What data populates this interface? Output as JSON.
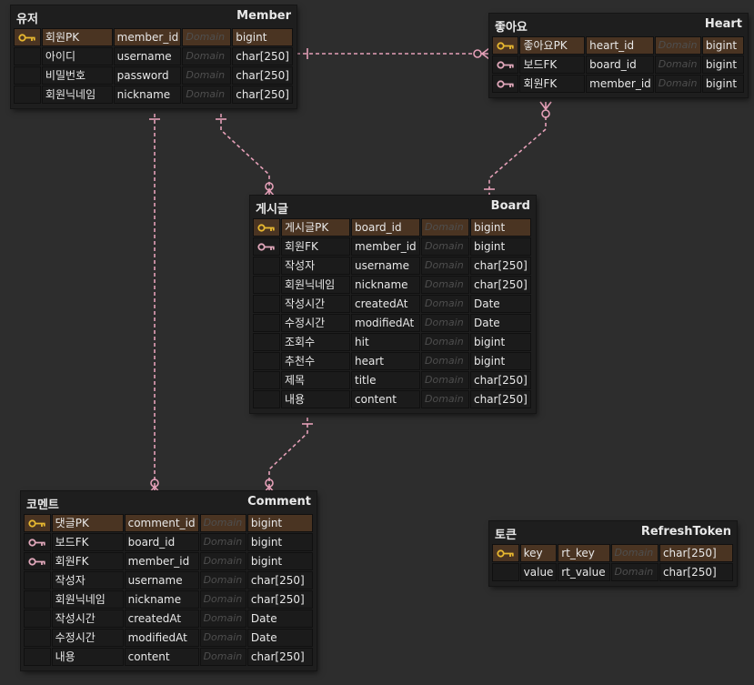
{
  "entities": {
    "member": {
      "title_ko": "유저",
      "title_en": "Member",
      "rows": [
        {
          "key": "pk",
          "name": "회원PK",
          "column": "member_id",
          "domain": "Domain",
          "type": "bigint"
        },
        {
          "key": "",
          "name": "아이디",
          "column": "username",
          "domain": "Domain",
          "type": "char[250]"
        },
        {
          "key": "",
          "name": "비밀번호",
          "column": "password",
          "domain": "Domain",
          "type": "char[250]"
        },
        {
          "key": "",
          "name": "회원닉네임",
          "column": "nickname",
          "domain": "Domain",
          "type": "char[250]"
        }
      ]
    },
    "heart": {
      "title_ko": "좋아요",
      "title_en": "Heart",
      "rows": [
        {
          "key": "pk",
          "name": "좋아요PK",
          "column": "heart_id",
          "domain": "Domain",
          "type": "bigint"
        },
        {
          "key": "fk",
          "name": "보드FK",
          "column": "board_id",
          "domain": "Domain",
          "type": "bigint"
        },
        {
          "key": "fk",
          "name": "회원FK",
          "column": "member_id",
          "domain": "Domain",
          "type": "bigint"
        }
      ]
    },
    "board": {
      "title_ko": "게시글",
      "title_en": "Board",
      "rows": [
        {
          "key": "pk",
          "name": "게시글PK",
          "column": "board_id",
          "domain": "Domain",
          "type": "bigint"
        },
        {
          "key": "fk",
          "name": "회원FK",
          "column": "member_id",
          "domain": "Domain",
          "type": "bigint"
        },
        {
          "key": "",
          "name": "작성자",
          "column": "username",
          "domain": "Domain",
          "type": "char[250]"
        },
        {
          "key": "",
          "name": "회원닉네임",
          "column": "nickname",
          "domain": "Domain",
          "type": "char[250]"
        },
        {
          "key": "",
          "name": "작성시간",
          "column": "createdAt",
          "domain": "Domain",
          "type": "Date"
        },
        {
          "key": "",
          "name": "수정시간",
          "column": "modifiedAt",
          "domain": "Domain",
          "type": "Date"
        },
        {
          "key": "",
          "name": "조회수",
          "column": "hit",
          "domain": "Domain",
          "type": "bigint"
        },
        {
          "key": "",
          "name": "추천수",
          "column": "heart",
          "domain": "Domain",
          "type": "bigint"
        },
        {
          "key": "",
          "name": "제목",
          "column": "title",
          "domain": "Domain",
          "type": "char[250]"
        },
        {
          "key": "",
          "name": "내용",
          "column": "content",
          "domain": "Domain",
          "type": "char[250]"
        }
      ]
    },
    "comment": {
      "title_ko": "코멘트",
      "title_en": "Comment",
      "rows": [
        {
          "key": "pk",
          "name": "댓글PK",
          "column": "comment_id",
          "domain": "Domain",
          "type": "bigint"
        },
        {
          "key": "fk",
          "name": "보드FK",
          "column": "board_id",
          "domain": "Domain",
          "type": "bigint"
        },
        {
          "key": "fk",
          "name": "회원FK",
          "column": "member_id",
          "domain": "Domain",
          "type": "bigint"
        },
        {
          "key": "",
          "name": "작성자",
          "column": "username",
          "domain": "Domain",
          "type": "char[250]"
        },
        {
          "key": "",
          "name": "회원닉네임",
          "column": "nickname",
          "domain": "Domain",
          "type": "char[250]"
        },
        {
          "key": "",
          "name": "작성시간",
          "column": "createdAt",
          "domain": "Domain",
          "type": "Date"
        },
        {
          "key": "",
          "name": "수정시간",
          "column": "modifiedAt",
          "domain": "Domain",
          "type": "Date"
        },
        {
          "key": "",
          "name": "내용",
          "column": "content",
          "domain": "Domain",
          "type": "char[250]"
        }
      ]
    },
    "refreshtoken": {
      "title_ko": "토큰",
      "title_en": "RefreshToken",
      "rows": [
        {
          "key": "pk",
          "name": "key",
          "column": "rt_key",
          "domain": "Domain",
          "type": "char[250]"
        },
        {
          "key": "",
          "name": "value",
          "column": "rt_value",
          "domain": "Domain",
          "type": "char[250]"
        }
      ]
    }
  },
  "relationships": [
    {
      "from": "member",
      "to": "heart",
      "from_card": "one",
      "to_card": "zero-or-many"
    },
    {
      "from": "heart",
      "to": "board",
      "from_card": "zero-or-many",
      "to_card": "one"
    },
    {
      "from": "member",
      "to": "board",
      "from_card": "one",
      "to_card": "zero-or-many"
    },
    {
      "from": "member",
      "to": "comment",
      "from_card": "one",
      "to_card": "zero-or-many"
    },
    {
      "from": "board",
      "to": "comment",
      "from_card": "one",
      "to_card": "zero-or-many"
    }
  ],
  "colors": {
    "background": "#2d2d2d",
    "entity_bg": "#1e1e1e",
    "pk_row_bg": "#4a3422",
    "pk_key_icon": "#e8b830",
    "fk_key_icon": "#e0a7ba",
    "relationship_line": "#e5a0b8",
    "domain_text": "#4e4e4e"
  }
}
